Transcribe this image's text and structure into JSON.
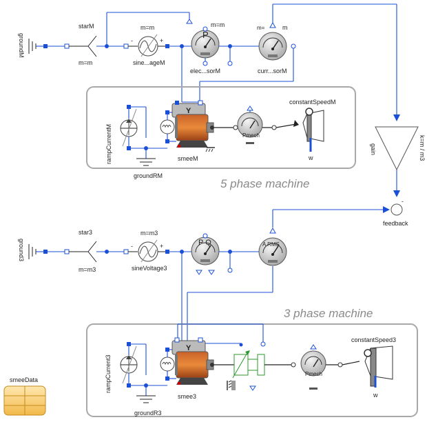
{
  "top": {
    "ground": "groundM",
    "star": "starM",
    "star_param": "m=m",
    "sine": "sine...ageM",
    "sine_param": "m=m",
    "sine_minus": "-",
    "sine_plus": "+",
    "power_sensor": "elec...sorM",
    "power_param": "m=m",
    "power_letter": "P",
    "current_sensor": "curr...sorM",
    "current_param_m": "m=",
    "current_param_m2": "m",
    "machine_title": "5 phase machine",
    "ramp": "rampCurrentM",
    "ground_r": "groundRM",
    "smee": "smeeM",
    "star_y": "Y",
    "pmech": "Pmech",
    "speed": "constantSpeedM",
    "speed_w": "w"
  },
  "gain": {
    "name": "gain",
    "expr": "k=m / m3"
  },
  "feedback": {
    "name": "feedback",
    "minus": "-"
  },
  "bottom": {
    "ground": "ground3",
    "star": "star3",
    "star_param": "m=m3",
    "sine": "sineVoltage3",
    "sine_param": "m=m3",
    "sine_minus": "-",
    "sine_plus": "+",
    "power_letters": "P Q",
    "rms": "A RMS",
    "machine_title": "3 phase machine",
    "ramp": "rampCurrent3",
    "ground_r": "groundR3",
    "smee": "smee3",
    "star_y": "Y",
    "pmech": "Pmech",
    "speed": "constantSpeed3",
    "speed_w": "w"
  },
  "record": {
    "name": "smeeData"
  }
}
